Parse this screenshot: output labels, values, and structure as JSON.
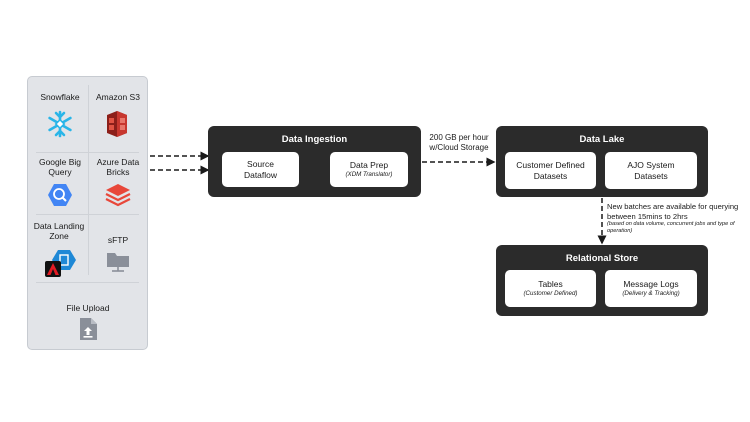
{
  "sources": {
    "snowflake": {
      "label": "Snowflake",
      "icon": "snowflake-icon"
    },
    "amazon_s3": {
      "label": "Amazon S3",
      "icon": "amazon-s3-icon"
    },
    "google_bigquery": {
      "label": "Google Big Query",
      "icon": "bigquery-icon"
    },
    "azure_databricks": {
      "label": "Azure Data Bricks",
      "icon": "databricks-icon"
    },
    "data_landing_zone": {
      "label": "Data Landing Zone",
      "icon": "data-landing-zone-icon"
    },
    "sftp": {
      "label": "sFTP",
      "icon": "sftp-folder-icon"
    },
    "file_upload": {
      "label": "File Upload",
      "icon": "file-upload-icon"
    }
  },
  "ingestion": {
    "title": "Data Ingestion",
    "source_dataflow": "Source Dataflow",
    "data_prep": "Data Prep",
    "data_prep_sub": "(XDM Translator)"
  },
  "throughput_note": "200 GB per hour w/Cloud Storage",
  "data_lake": {
    "title": "Data Lake",
    "customer_datasets": "Customer Defined Datasets",
    "ajo_datasets": "AJO System Datasets"
  },
  "batch_note": {
    "main": "New batches are available for querying between 15mins to 2hrs",
    "detail": "(based on data volume, concurrent jobs and type of operation)"
  },
  "relational_store": {
    "title": "Relational Store",
    "tables": "Tables",
    "tables_sub": "(Customer Defined)",
    "message_logs": "Message Logs",
    "message_logs_sub": "(Delivery & Tracking)"
  },
  "colors": {
    "dark_box": "#2b2b2b",
    "panel": "#e2e4e8",
    "snowflake": "#29b5e8",
    "s3": "#c7372f",
    "bigquery": "#4285f4",
    "databricks": "#e8473a",
    "azure": "#1e88d6",
    "adobe": "#e31b23",
    "gray_icon": "#8a8f99"
  }
}
